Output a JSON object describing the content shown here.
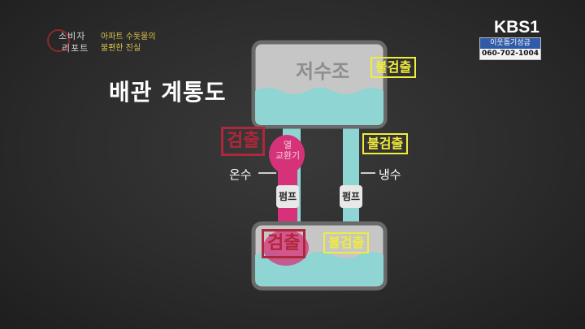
{
  "logo": {
    "line1": "소비자",
    "line2": "리포트",
    "sub1": "아파트 수돗물의",
    "sub2": "불편한 진실"
  },
  "broadcaster": {
    "name": "KBS1",
    "donation_title": "이웃돕기성금",
    "donation_phone": "060-702-1004"
  },
  "diagram": {
    "title": "배관 계통도",
    "upper_tank": {
      "label": "저수조",
      "status": "불검출"
    },
    "hot_pipe": {
      "label": "온수",
      "status": "검출",
      "heat_exchanger_line1": "열",
      "heat_exchanger_line2": "교환기",
      "pump": "펌프"
    },
    "cold_pipe": {
      "label": "냉수",
      "status": "불검출",
      "pump": "펌프"
    },
    "lower_tank": {
      "status_detected": "검출",
      "status_not_detected": "불검출"
    },
    "colors": {
      "water": "#8ed5d3",
      "hot_pipe": "#d6327a",
      "tank_body": "#c6c6c6",
      "tank_border": "#6a6a6a",
      "not_detected": "#f2ec3a",
      "detected": "#b0263a"
    }
  }
}
